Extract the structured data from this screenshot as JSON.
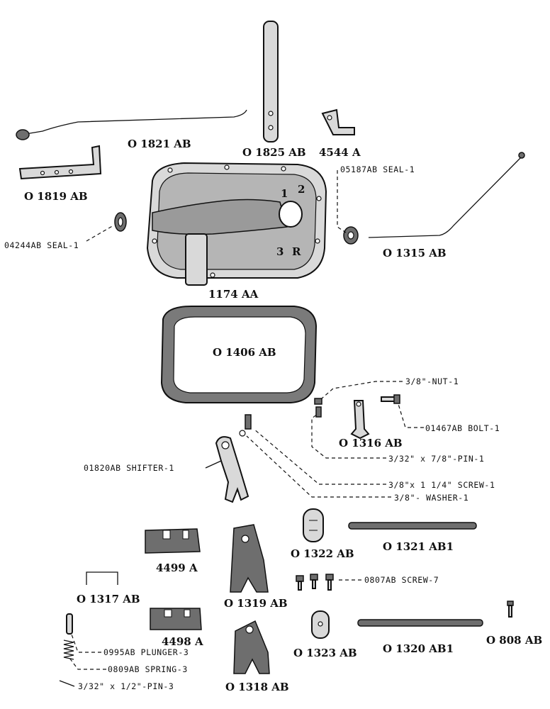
{
  "part_numbers": {
    "p1821": "O 1821 AB",
    "p1825": "O 1825 AB",
    "p4544": "4544 A",
    "p1819": "O 1819 AB",
    "p1315": "O 1315 AB",
    "p1174": "1174 AA",
    "p1406": "O 1406 AB",
    "p1316": "O 1316 AB",
    "p1322": "O 1322 AB",
    "p1321": "O 1321 AB1",
    "p4499": "4499 A",
    "p1317": "O 1317 AB",
    "p1319": "O 1319 AB",
    "p4498": "4498 A",
    "p1323": "O 1323 AB",
    "p1320": "O 1320 AB1",
    "p808": "O 808 AB",
    "p1318": "O 1318 AB"
  },
  "callouts": {
    "seal05187": "05187AB SEAL-1",
    "seal04244": "04244AB SEAL-1",
    "nut": "3/8\"-NUT-1",
    "bolt": "01467AB BOLT-1",
    "shifter": "01820AB SHIFTER-1",
    "pin1": "3/32\" x 7/8\"-PIN-1",
    "screw1": "3/8\"x 1 1/4\" SCREW-1",
    "washer": "3/8\"- WASHER-1",
    "screw7": "0807AB SCREW-7",
    "plunger": "0995AB PLUNGER-3",
    "spring": "0809AB SPRING-3",
    "pin3": "3/32\" x 1/2\"-PIN-3"
  },
  "housing_marks": {
    "m1": "1",
    "m2": "2",
    "m3": "3",
    "mr": "R"
  }
}
